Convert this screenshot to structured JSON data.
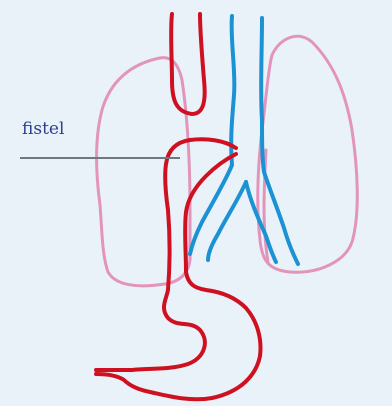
{
  "diagram": {
    "label_fistel": "fistel",
    "colors": {
      "background": "#e9f1f9",
      "lung_outline": "#e394bb",
      "esophagus_stomach": "#cf1020",
      "trachea_bronchi": "#1a92d3",
      "leader_line": "#6f7880",
      "label_text": "#2c3f8f"
    },
    "parts": [
      {
        "name": "left-lung",
        "color_key": "lung_outline"
      },
      {
        "name": "right-lung",
        "color_key": "lung_outline"
      },
      {
        "name": "esophagus-and-stomach",
        "color_key": "esophagus_stomach"
      },
      {
        "name": "trachea-and-bronchi",
        "color_key": "trachea_bronchi"
      },
      {
        "name": "fistula-leader-line",
        "color_key": "leader_line"
      }
    ]
  }
}
